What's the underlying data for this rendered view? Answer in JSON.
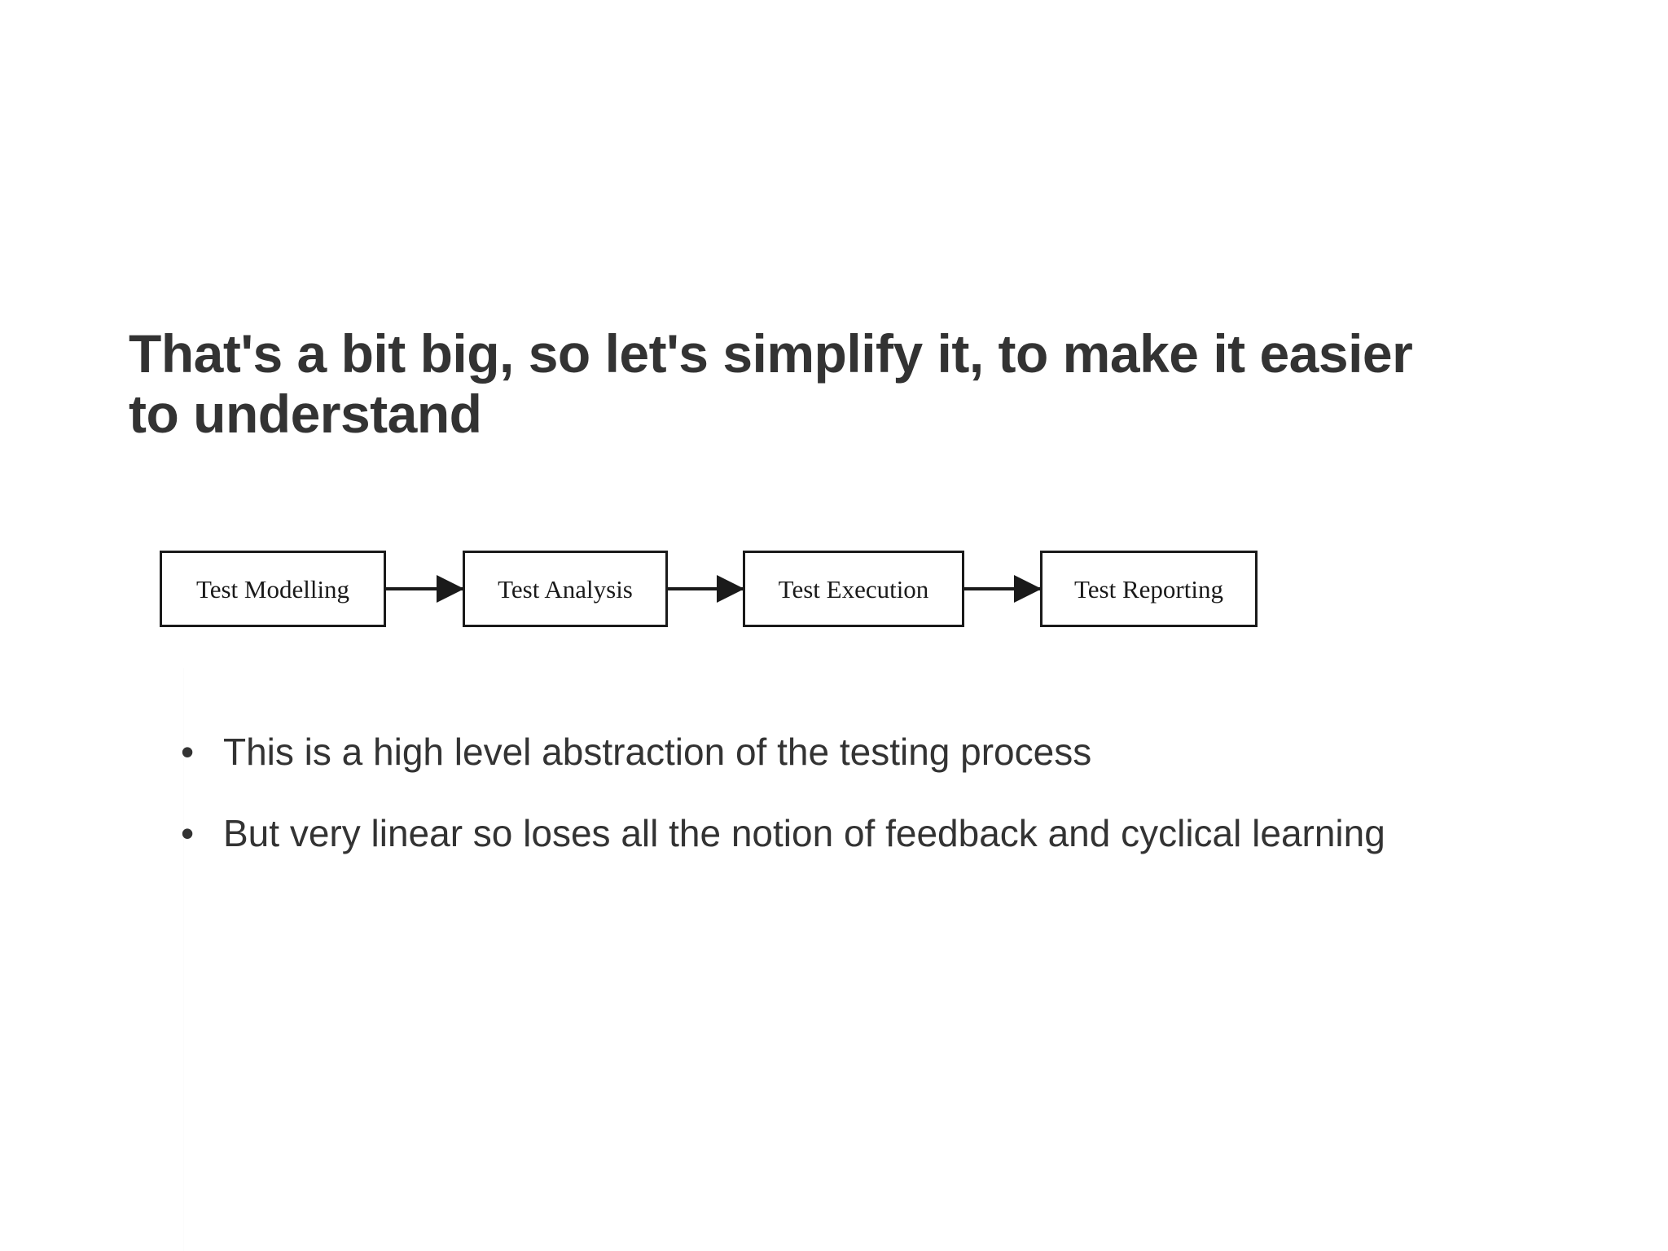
{
  "slide": {
    "background_color": "#ffffff",
    "text_color": "#333333",
    "title": "That's a bit big, so let's simplify it, to make it easier to understand"
  },
  "diagram": {
    "type": "linear-flow",
    "line_color": "#1a1a1a",
    "box_fill": "#ffffff",
    "steps": [
      {
        "label": "Test Modelling"
      },
      {
        "label": "Test Analysis"
      },
      {
        "label": "Test Execution"
      },
      {
        "label": "Test Reporting"
      }
    ],
    "connectors": [
      {
        "from": "Test Modelling",
        "to": "Test Analysis",
        "style": "arrow"
      },
      {
        "from": "Test Analysis",
        "to": "Test Execution",
        "style": "arrow"
      },
      {
        "from": "Test Execution",
        "to": "Test Reporting",
        "style": "arrow"
      }
    ]
  },
  "bullets": {
    "marker": "•",
    "items": [
      {
        "text": "This is a high level abstraction of the testing process"
      },
      {
        "text": "But very linear so loses all the notion of feedback and cyclical learning"
      }
    ]
  }
}
